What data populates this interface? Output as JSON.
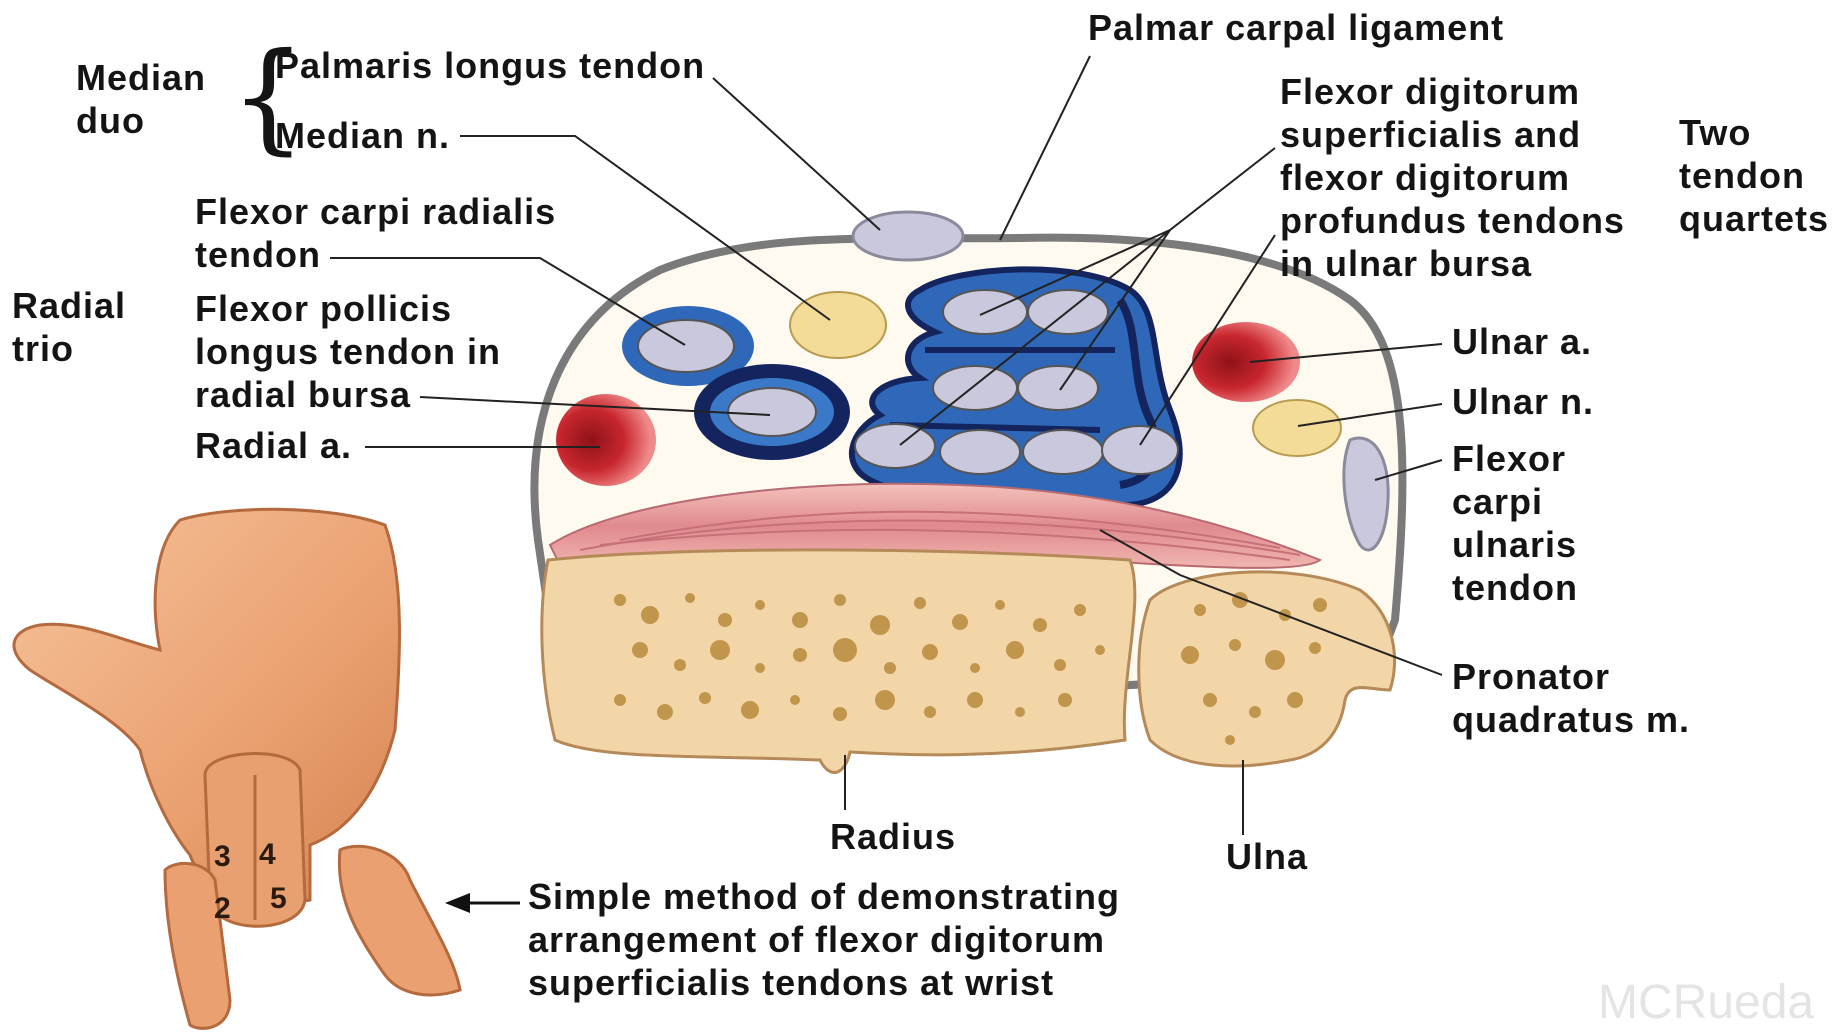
{
  "labels": {
    "median_duo": "Median\nduo",
    "palmaris_longus": "Palmaris longus tendon",
    "median_n": "Median n.",
    "palmar_carpal_ligament": "Palmar carpal ligament",
    "flexor_digitorum": "Flexor digitorum\nsuperficialis and\nflexor digitorum\nprofundus tendons\nin ulnar bursa",
    "two_tendon_quartets": "Two\ntendon\nquartets",
    "flexor_carpi_radialis": "Flexor carpi radialis\ntendon",
    "radial_trio": "Radial\ntrio",
    "flexor_pollicis": "Flexor pollicis\nlongus tendon in\nradial bursa",
    "radial_a": "Radial a.",
    "ulnar_a": "Ulnar a.",
    "ulnar_n": "Ulnar n.",
    "flexor_carpi_ulnaris": "Flexor\ncarpi\nulnaris\ntendon",
    "pronator_quadratus": "Pronator\nquadratus m.",
    "radius": "Radius",
    "ulna": "Ulna",
    "simple_method": "Simple method of demonstrating\narrangement of flexor digitorum\nsuperficialis tendons at wrist"
  },
  "finger_numbers": [
    "3",
    "4",
    "2",
    "5"
  ],
  "watermark": "MCRueda",
  "colors": {
    "bone": "#f2d6a8",
    "bone_spots": "#b98a3c",
    "muscle": "#e6989a",
    "bursa_blue": "#2f68b8",
    "bursa_dark": "#14245e",
    "tendon": "#c9c8dc",
    "artery": "#c8262e",
    "nerve": "#f3dc98",
    "skin": "#eea774",
    "outline": "#707070",
    "text": "#141414"
  }
}
